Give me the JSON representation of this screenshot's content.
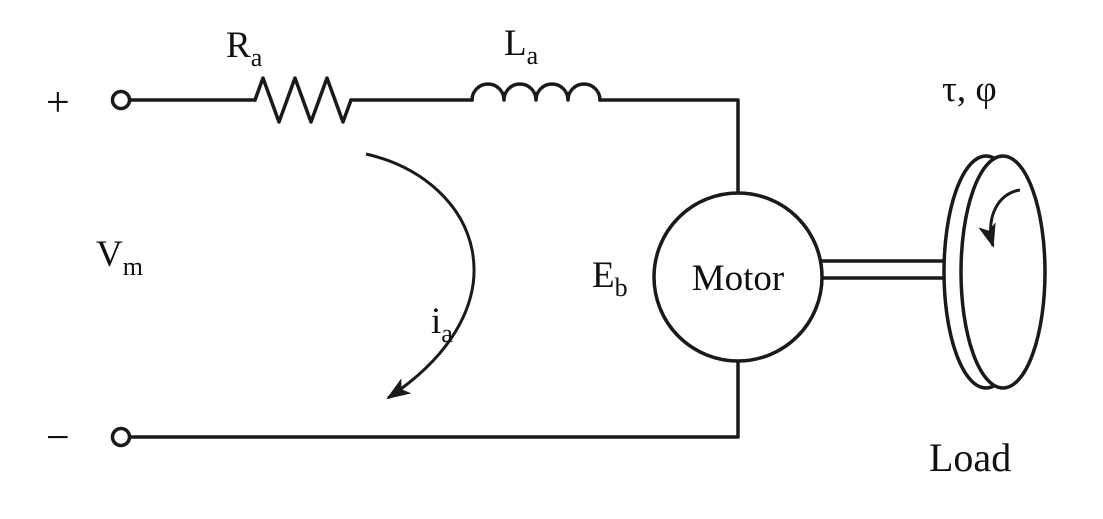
{
  "diagram": {
    "labels": {
      "plus": "+",
      "minus": "−",
      "supply_voltage": {
        "main": "V",
        "sub": "m"
      },
      "armature_resistance": {
        "main": "R",
        "sub": "a"
      },
      "armature_inductance": {
        "main": "L",
        "sub": "a"
      },
      "armature_current": {
        "main": "i",
        "sub": "a"
      },
      "back_emf": {
        "main": "E",
        "sub": "b"
      },
      "motor": "Motor",
      "torque_angle": "τ, φ",
      "load": "Load"
    },
    "colors": {
      "line": "#1a1a1a",
      "background": "#ffffff"
    }
  }
}
